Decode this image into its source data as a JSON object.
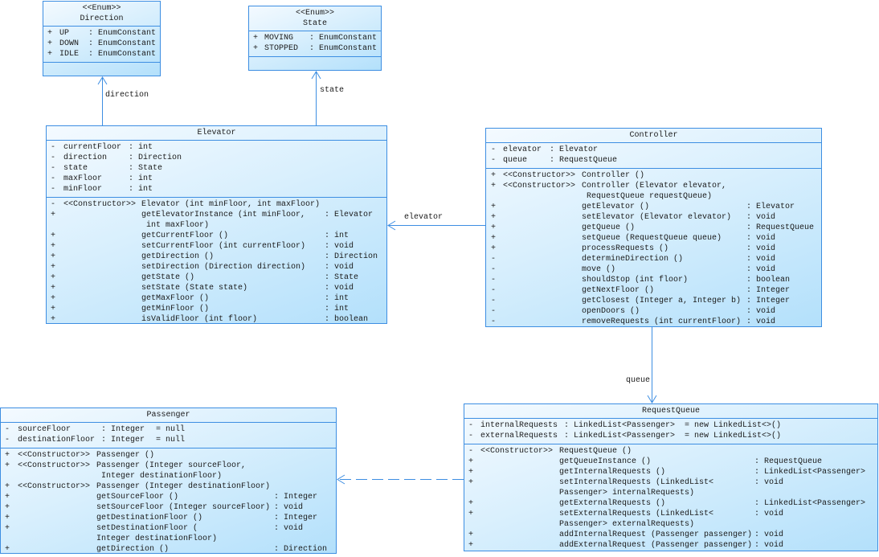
{
  "colors": {
    "border": "#3d8ee2",
    "fill_light": "#f4faff",
    "fill_dark": "#b3e0fb",
    "connector": "#3d8ee2"
  },
  "classes": {
    "direction": {
      "stereotype": "<<Enum>>",
      "name": "Direction",
      "attributes": [
        {
          "vis": "+",
          "name": "UP",
          "type": ": EnumConstant"
        },
        {
          "vis": "+",
          "name": "DOWN",
          "type": ": EnumConstant"
        },
        {
          "vis": "+",
          "name": "IDLE",
          "type": ": EnumConstant"
        }
      ],
      "operations": []
    },
    "state": {
      "stereotype": "<<Enum>>",
      "name": "State",
      "attributes": [
        {
          "vis": "+",
          "name": "MOVING",
          "type": ": EnumConstant"
        },
        {
          "vis": "+",
          "name": "STOPPED",
          "type": ": EnumConstant"
        }
      ],
      "operations": []
    },
    "elevator": {
      "name": "Elevator",
      "attributes": [
        {
          "vis": "-",
          "name": "currentFloor",
          "type": ": int"
        },
        {
          "vis": "-",
          "name": "direction",
          "type": ": Direction"
        },
        {
          "vis": "-",
          "name": "state",
          "type": ": State"
        },
        {
          "vis": "-",
          "name": "maxFloor",
          "type": ": int"
        },
        {
          "vis": "-",
          "name": "minFloor",
          "type": ": int"
        }
      ],
      "operations": [
        {
          "vis": "-",
          "stereo": "<<Constructor>>",
          "name": "Elevator (int minFloor, int maxFloor)"
        },
        {
          "vis": "+",
          "name": "getElevatorInstance (int minFloor,",
          "type": ": Elevator"
        },
        {
          "cont": " int maxFloor)"
        },
        {
          "vis": "+",
          "name": "getCurrentFloor ()",
          "type": ": int"
        },
        {
          "vis": "+",
          "name": "setCurrentFloor (int currentFloor)",
          "type": ": void"
        },
        {
          "vis": "+",
          "name": "getDirection ()",
          "type": ": Direction"
        },
        {
          "vis": "+",
          "name": "setDirection (Direction direction)",
          "type": ": void"
        },
        {
          "vis": "+",
          "name": "getState ()",
          "type": ": State"
        },
        {
          "vis": "+",
          "name": "setState (State state)",
          "type": ": void"
        },
        {
          "vis": "+",
          "name": "getMaxFloor ()",
          "type": ": int"
        },
        {
          "vis": "+",
          "name": "getMinFloor ()",
          "type": ": int"
        },
        {
          "vis": "+",
          "name": "isValidFloor (int floor)",
          "type": ": boolean"
        }
      ]
    },
    "controller": {
      "name": "Controller",
      "attributes": [
        {
          "vis": "-",
          "name": "elevator",
          "type": ": Elevator"
        },
        {
          "vis": "-",
          "name": "queue",
          "type": ": RequestQueue"
        }
      ],
      "operations": [
        {
          "vis": "+",
          "stereo": "<<Constructor>>",
          "name": "Controller ()"
        },
        {
          "vis": "+",
          "stereo": "<<Constructor>>",
          "name": "Controller (Elevator elevator,"
        },
        {
          "cont": " RequestQueue requestQueue)"
        },
        {
          "vis": "+",
          "name": "getElevator ()",
          "type": ": Elevator"
        },
        {
          "vis": "+",
          "name": "setElevator (Elevator elevator)",
          "type": ": void"
        },
        {
          "vis": "+",
          "name": "getQueue ()",
          "type": ": RequestQueue"
        },
        {
          "vis": "+",
          "name": "setQueue (RequestQueue queue)",
          "type": ": void"
        },
        {
          "vis": "+",
          "name": "processRequests ()",
          "type": ": void"
        },
        {
          "vis": "-",
          "name": "determineDirection ()",
          "type": ": void"
        },
        {
          "vis": "-",
          "name": "move ()",
          "type": ": void"
        },
        {
          "vis": "-",
          "name": "shouldStop (int floor)",
          "type": ": boolean"
        },
        {
          "vis": "-",
          "name": "getNextFloor ()",
          "type": ": Integer"
        },
        {
          "vis": "-",
          "name": "getClosest (Integer a, Integer b)",
          "type": ": Integer"
        },
        {
          "vis": "-",
          "name": "openDoors ()",
          "type": ": void"
        },
        {
          "vis": "-",
          "name": "removeRequests (int currentFloor)",
          "type": ": void"
        }
      ]
    },
    "requestqueue": {
      "name": "RequestQueue",
      "attributes": [
        {
          "vis": "-",
          "name": "internalRequests",
          "type": ": LinkedList<Passenger>",
          "default": "= new LinkedList<>()"
        },
        {
          "vis": "-",
          "name": "externalRequests",
          "type": ": LinkedList<Passenger>",
          "default": "= new LinkedList<>()"
        }
      ],
      "operations": [
        {
          "vis": "-",
          "stereo": "<<Constructor>>",
          "name": "RequestQueue ()"
        },
        {
          "vis": "+",
          "name": "getQueueInstance ()",
          "type": ": RequestQueue"
        },
        {
          "vis": "+",
          "name": "getInternalRequests ()",
          "type": ": LinkedList<Passenger>"
        },
        {
          "vis": "+",
          "name": "setInternalRequests (LinkedList<",
          "type": ": void"
        },
        {
          "cont": "Passenger> internalRequests)"
        },
        {
          "vis": "+",
          "name": "getExternalRequests ()",
          "type": ": LinkedList<Passenger>"
        },
        {
          "vis": "+",
          "name": "setExternalRequests (LinkedList<",
          "type": ": void"
        },
        {
          "cont": "Passenger> externalRequests)"
        },
        {
          "vis": "+",
          "name": "addInternalRequest (Passenger passenger)",
          "type": ": void"
        },
        {
          "vis": "+",
          "name": "addExternalRequest (Passenger passenger)",
          "type": ": void"
        }
      ]
    },
    "passenger": {
      "name": "Passenger",
      "attributes": [
        {
          "vis": "-",
          "name": "sourceFloor",
          "type": ": Integer",
          "default": "= null"
        },
        {
          "vis": "-",
          "name": "destinationFloor",
          "type": ": Integer",
          "default": "= null"
        }
      ],
      "operations": [
        {
          "vis": "+",
          "stereo": "<<Constructor>>",
          "name": "Passenger ()"
        },
        {
          "vis": "+",
          "stereo": "<<Constructor>>",
          "name": "Passenger (Integer sourceFloor,"
        },
        {
          "cont": " Integer destinationFloor)"
        },
        {
          "vis": "+",
          "stereo": "<<Constructor>>",
          "name": "Passenger (Integer destinationFloor)"
        },
        {
          "vis": "+",
          "name": "getSourceFloor ()",
          "type": ": Integer"
        },
        {
          "vis": "+",
          "name": "setSourceFloor (Integer sourceFloor)",
          "type": ": void"
        },
        {
          "vis": "+",
          "name": "getDestinationFloor ()",
          "type": ": Integer"
        },
        {
          "vis": "+",
          "name": "setDestinationFloor (",
          "type": ": void"
        },
        {
          "cont": "Integer destinationFloor)"
        },
        {
          "vis": "+",
          "name": "getDirection ()",
          "type": ": Direction"
        }
      ]
    }
  },
  "relations": [
    {
      "from": "Elevator",
      "to": "Direction",
      "label": "direction",
      "kind": "association"
    },
    {
      "from": "Elevator",
      "to": "State",
      "label": "state",
      "kind": "association"
    },
    {
      "from": "Controller",
      "to": "Elevator",
      "label": "elevator",
      "kind": "association"
    },
    {
      "from": "Controller",
      "to": "RequestQueue",
      "label": "queue",
      "kind": "association"
    },
    {
      "from": "RequestQueue",
      "to": "Passenger",
      "label": "",
      "kind": "dependency"
    }
  ]
}
